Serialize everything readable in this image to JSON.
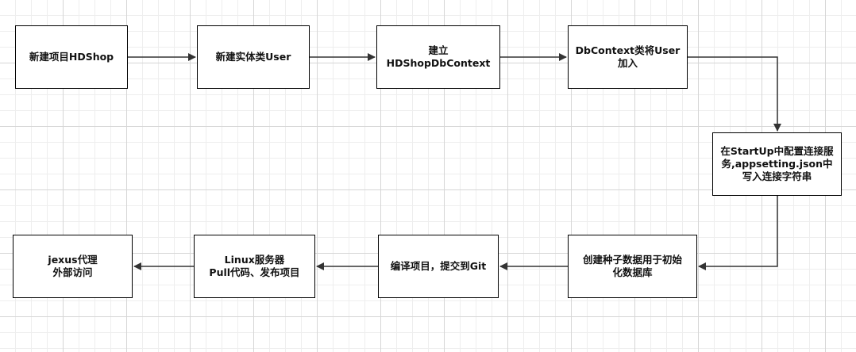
{
  "nodes": {
    "n1": "新建项目HDShop",
    "n2": "新建实体类User",
    "n3": "建立\nHDShopDbContext",
    "n4": "DbContext类将User\n加入",
    "n5": "在StartUp中配置连接服\n务,appsetting.json中\n写入连接字符串",
    "n6": "创建种子数据用于初始\n化数据库",
    "n7": "编译项目，提交到Git",
    "n8": "Linux服务器\nPull代码、发布项目",
    "n9": "jexus代理\n外部访问"
  },
  "edges": [
    [
      "n1",
      "n2"
    ],
    [
      "n2",
      "n3"
    ],
    [
      "n3",
      "n4"
    ],
    [
      "n4",
      "n5"
    ],
    [
      "n5",
      "n6"
    ],
    [
      "n6",
      "n7"
    ],
    [
      "n7",
      "n8"
    ],
    [
      "n8",
      "n9"
    ]
  ],
  "colors": {
    "stroke": "#333333",
    "node_border": "#000000"
  }
}
